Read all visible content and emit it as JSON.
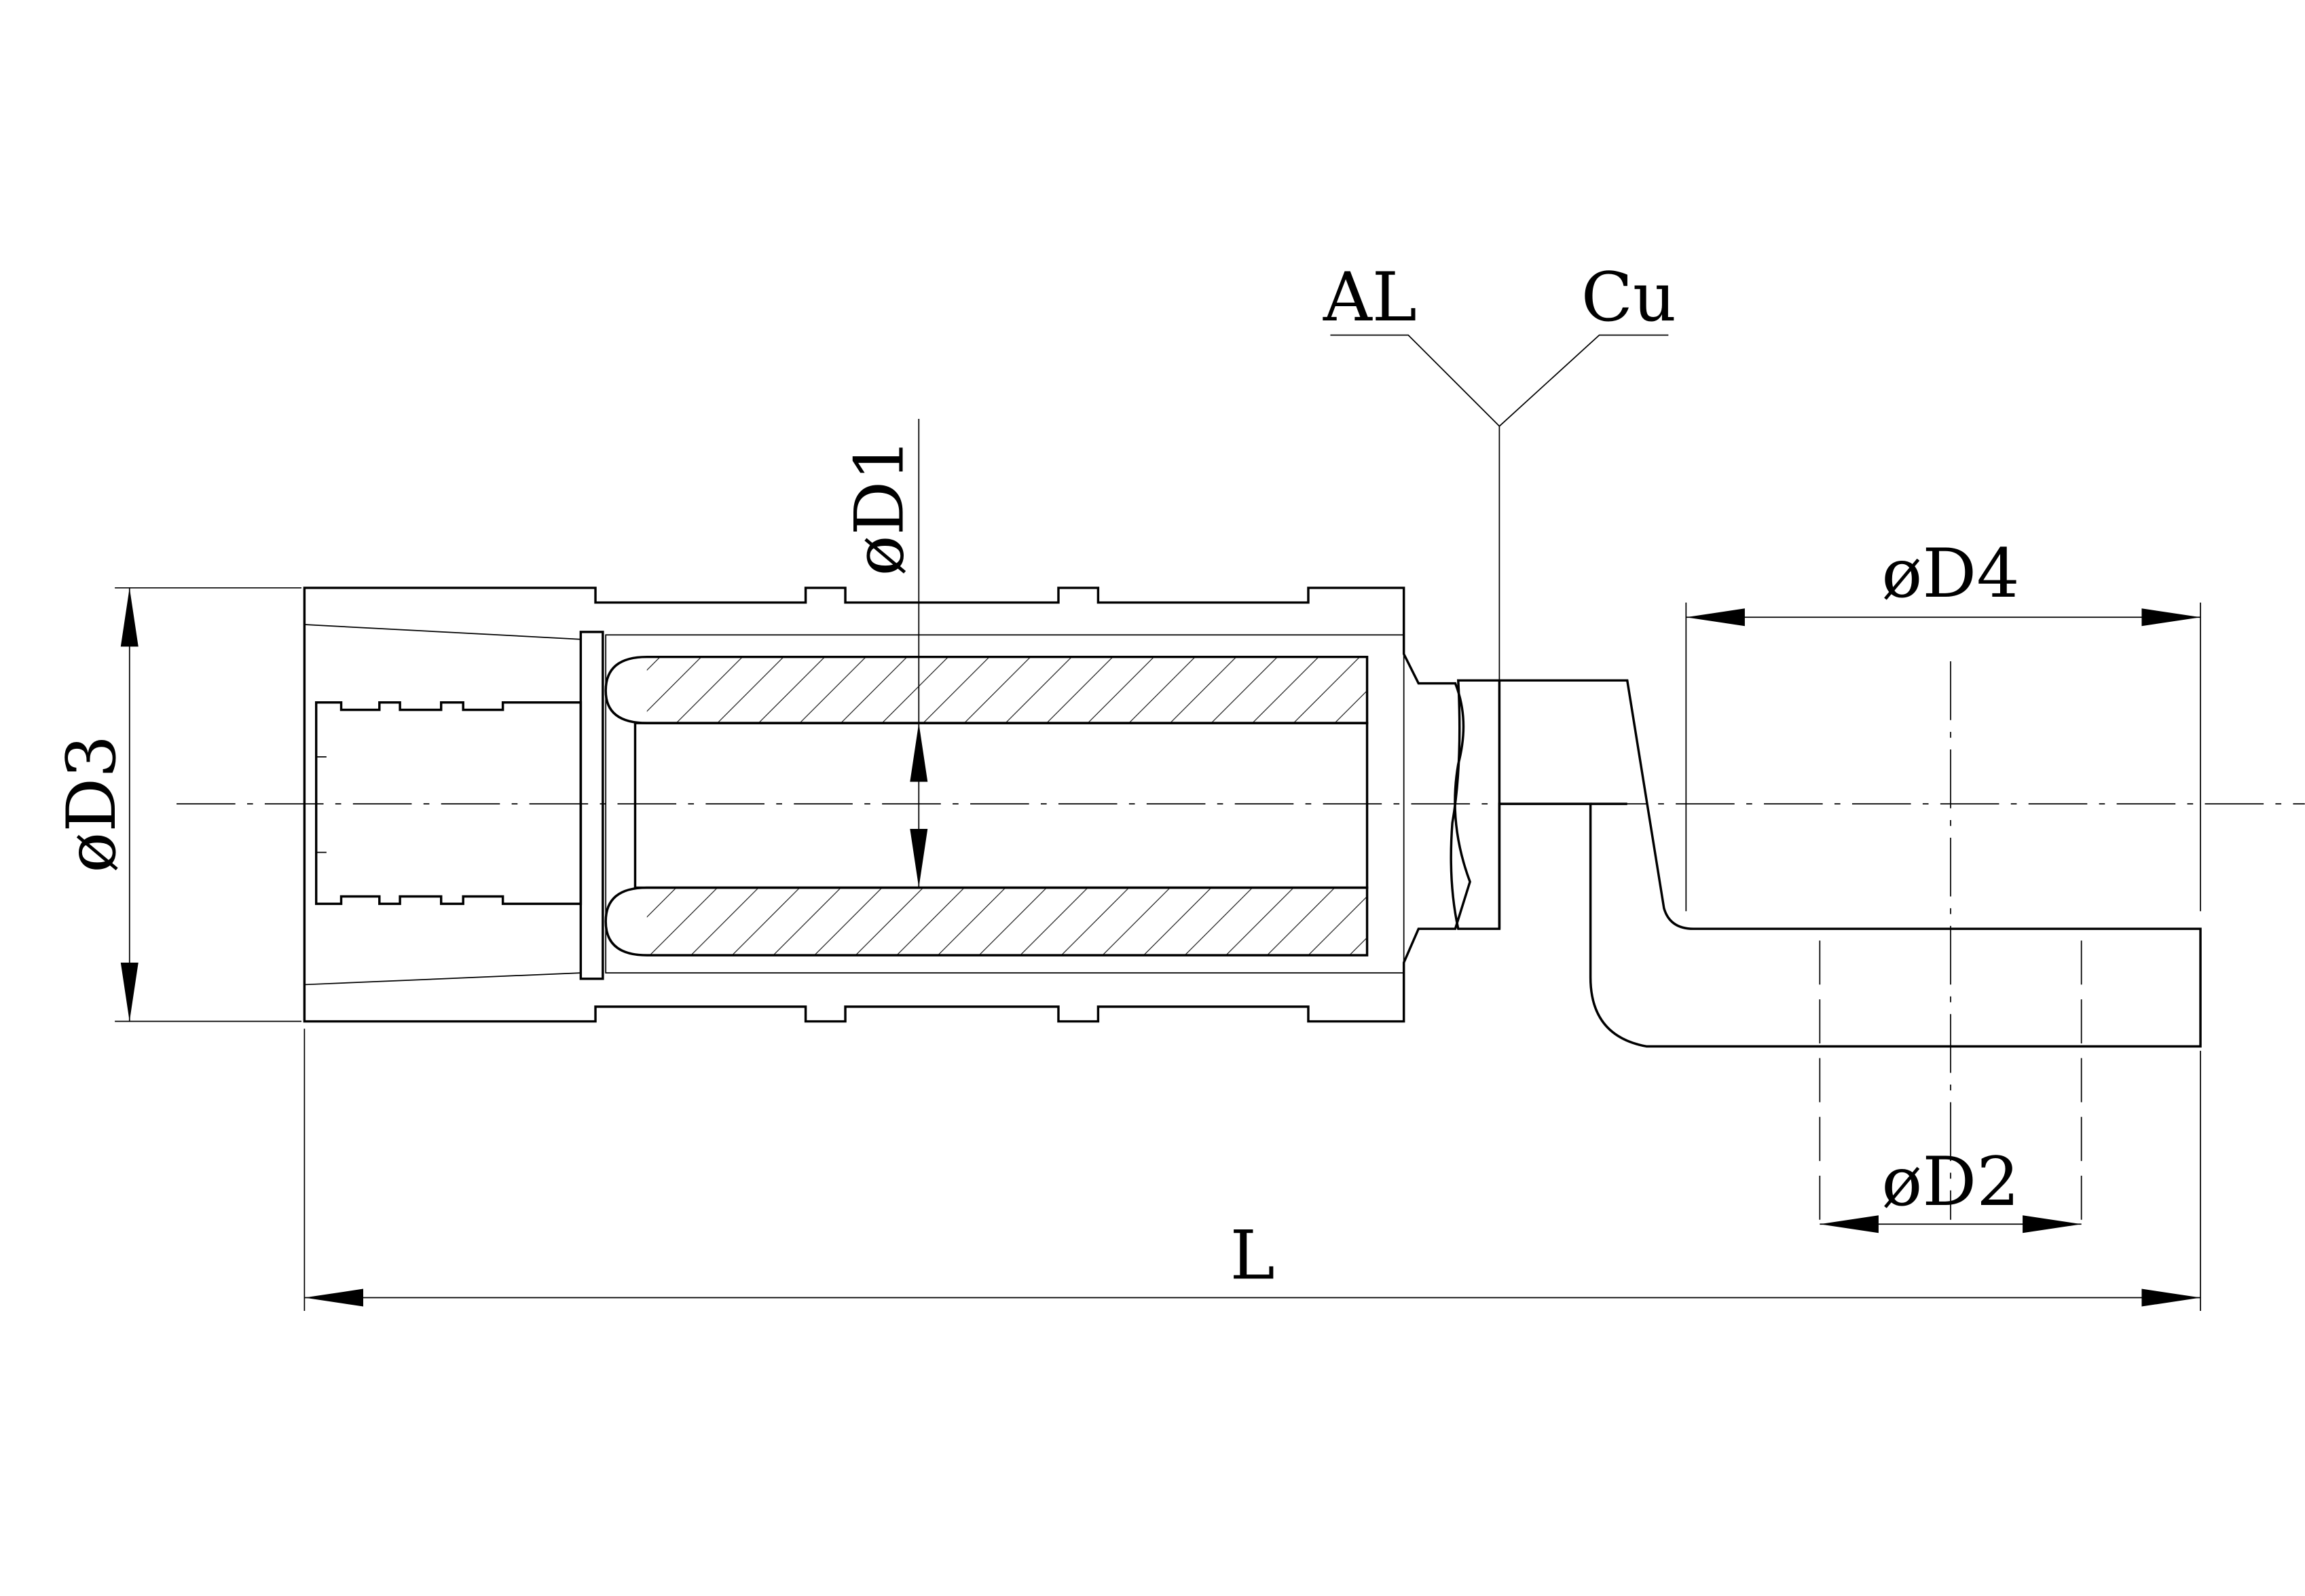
{
  "drawing": {
    "title": "Bimetallic AL-Cu cable lug section view",
    "materials": {
      "aluminium": "AL",
      "copper": "Cu"
    },
    "dimensions": {
      "d1": "øD1",
      "d2": "øD2",
      "d3": "øD3",
      "d4": "øD4",
      "length": "L"
    },
    "colors": {
      "line": "#000000",
      "background": "#ffffff"
    }
  }
}
